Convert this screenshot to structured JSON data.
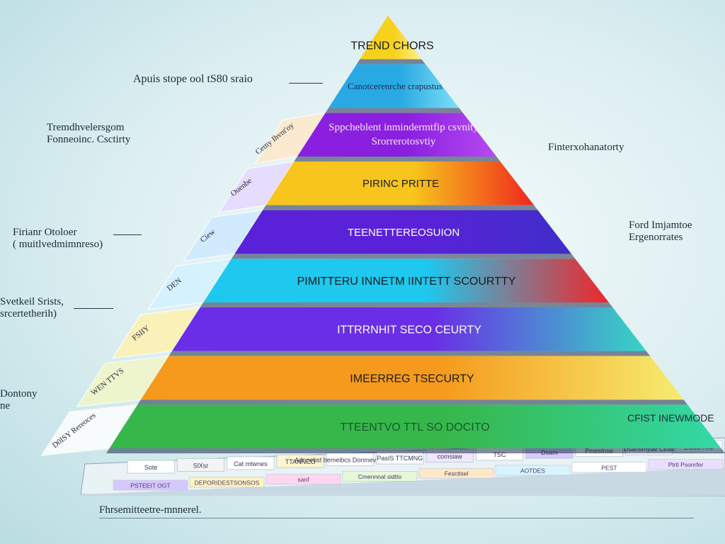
{
  "layers": [
    {
      "label": "TREND CHORS",
      "lines": [],
      "color": "#f6d21c",
      "color_light": "#fff08a",
      "text_color": "#1a1a1a"
    },
    {
      "label": "Canotcerenrche crapustus",
      "lines": [],
      "color": "#29a9e3",
      "color_light": "#7fe0f7",
      "text_color": "#1b2a55"
    },
    {
      "label": "Sppcheblent inmindermtfip csvnity",
      "lines": [
        "Sppcheblent inmindermtfip csvnity",
        "Srorrerotosvtiy"
      ],
      "color": "#8a1fe0",
      "color_light": "#b64af2",
      "text_color": "#f3e9ff"
    },
    {
      "label": "PIRINC PRITTE",
      "lines": [],
      "color": "#f7c51b",
      "color_light": "#f0261e",
      "text_color": "#1a1a1a"
    },
    {
      "label": "TEENETTEREOSUION",
      "lines": [],
      "color": "#5a22d8",
      "color_light": "#3f2ec9",
      "text_color": "#ffffff"
    },
    {
      "label": "PIMITTERU INNETM IINTETT SCOURTTY",
      "lines": [],
      "color": "#1ec8ef",
      "color_light": "#f0262a",
      "text_color": "#1a1a1a"
    },
    {
      "label": "ITTRRNHIT SECO CEURTY",
      "lines": [],
      "color": "#6a2ee6",
      "color_light": "#36d6c4",
      "text_color": "#ffffff"
    },
    {
      "label": "IMEERREG TSECURTY",
      "lines": [],
      "color": "#f59a1c",
      "color_light": "#f6ec70",
      "text_color": "#1a1a1a"
    },
    {
      "label": "TTEENTVO TTL SO DOCITO",
      "lines": [],
      "color": "#36b74a",
      "color_light": "#34d8a8",
      "text_color": "#1a5a2a"
    }
  ],
  "side_labels": {
    "top_left": "Apuis stope ool tS80 sraio",
    "left_1": [
      "Tremdhvelersgom",
      "Fonneoinc. Csctirty"
    ],
    "left_2": [
      "Firianr Otoloer",
      "( muitlvedmimnreso)"
    ],
    "left_3": [
      "Svetkeil Srists,",
      "srcertetherih)"
    ],
    "left_4": [
      "Dontony",
      "ne"
    ],
    "right_1": "Finterxohanatorty",
    "right_2": [
      "Ford Imjamtoe",
      "Ergenorrates"
    ],
    "right_3": "CFIST INEWMODE",
    "bottom": "Fhrsemitteetre-mnnerel."
  },
  "base_cells": [
    "Sote",
    "SlXsr",
    "Cat mtwnes",
    "TTANNCO",
    "Adnoebst bemeibcs Donmevstomdmes",
    "PasIS TTCMNG",
    "comsiaw",
    "TSC",
    "Dsam",
    "Pmestnse",
    "Dsantlmyae Cinte",
    "EGLSTIIO"
  ],
  "base_cells_lower": [
    "PSTEEIT OGT",
    "DEPORIDESTSONSOS",
    "sanf",
    "Cmennnal sidtto",
    "Fesctlsel",
    "AOTDES",
    "PEST",
    "Ptrtl Psonrfer"
  ],
  "left_face_marks": [
    "Cemy Ihvnt'oy",
    "Ouenbe",
    "Ciew",
    "DEN",
    "FSIIY",
    "WEN TTVS",
    "D0ISY Rereoces"
  ],
  "colors": {
    "background": "#dbeef1",
    "leader_line": "#2b3a44",
    "base": "#e9f2f5",
    "base_edge": "#8aa4b8"
  }
}
